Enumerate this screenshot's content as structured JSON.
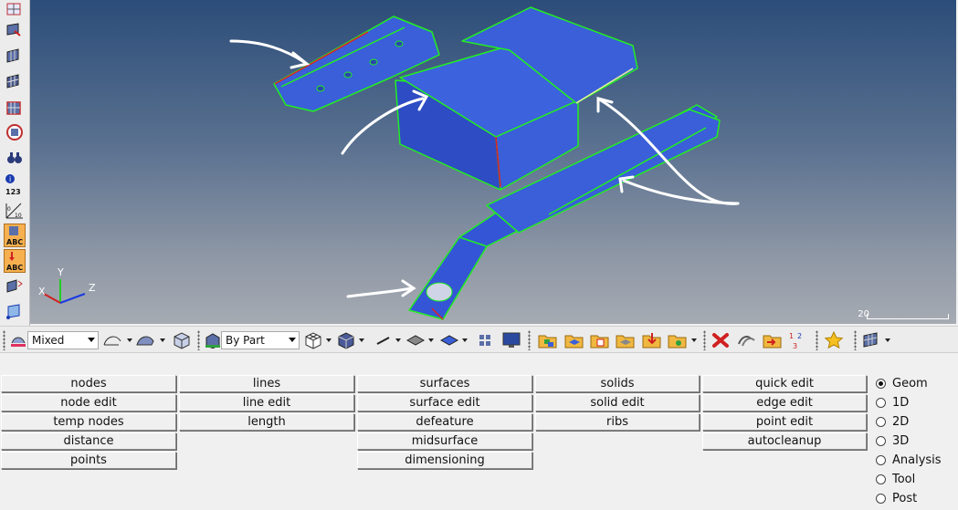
{
  "toolbar": {
    "display_mode": "Mixed",
    "color_mode": "By Part"
  },
  "viewport": {
    "axis_x": "X",
    "axis_y": "Y",
    "axis_z": "Z",
    "scale_value": "20",
    "model_color": "#3a5fd9",
    "edge_color": "#22ee22",
    "accent_edge_color": "#e02020"
  },
  "panel": {
    "columns": [
      [
        "nodes",
        "node edit",
        "temp nodes",
        "distance",
        "points"
      ],
      [
        "lines",
        "line edit",
        "length"
      ],
      [
        "surfaces",
        "surface edit",
        "defeature",
        "midsurface",
        "dimensioning"
      ],
      [
        "solids",
        "solid edit",
        "ribs"
      ],
      [
        "quick edit",
        "edge edit",
        "point edit",
        "autocleanup"
      ]
    ]
  },
  "modes": {
    "options": [
      "Geom",
      "1D",
      "2D",
      "3D",
      "Analysis",
      "Tool",
      "Post"
    ],
    "selected": "Geom"
  }
}
